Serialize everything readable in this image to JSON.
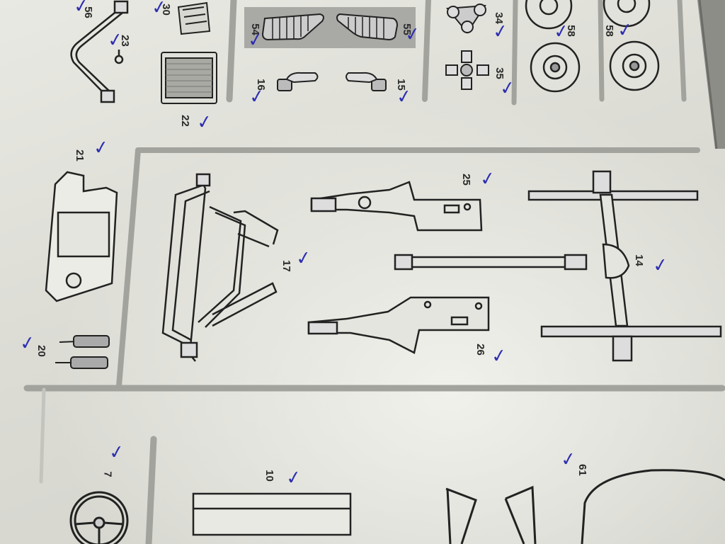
{
  "sheet": {
    "labels": [
      {
        "id": "p56a",
        "text": "56"
      },
      {
        "id": "p30",
        "text": "30"
      },
      {
        "id": "p23",
        "text": "23"
      },
      {
        "id": "p54",
        "text": "54"
      },
      {
        "id": "p55",
        "text": "55"
      },
      {
        "id": "p34",
        "text": "34"
      },
      {
        "id": "p58a",
        "text": "58"
      },
      {
        "id": "p58b",
        "text": "58"
      },
      {
        "id": "p16",
        "text": "16"
      },
      {
        "id": "p15",
        "text": "15"
      },
      {
        "id": "p35",
        "text": "35"
      },
      {
        "id": "p22",
        "text": "22"
      },
      {
        "id": "p21",
        "text": "21"
      },
      {
        "id": "p25",
        "text": "25"
      },
      {
        "id": "p17",
        "text": "17"
      },
      {
        "id": "p14",
        "text": "14"
      },
      {
        "id": "p26",
        "text": "26"
      },
      {
        "id": "p20",
        "text": "20"
      },
      {
        "id": "p7",
        "text": "7"
      },
      {
        "id": "p10",
        "text": "10"
      },
      {
        "id": "p61",
        "text": "61"
      }
    ],
    "check_mark": "✓",
    "colors": {
      "paper": "#e4e4de",
      "ink": "#2a2a2a",
      "pen": "#2d2fb0",
      "divider": "#9a9a96",
      "shaded_box": "#a9a9a5"
    }
  }
}
